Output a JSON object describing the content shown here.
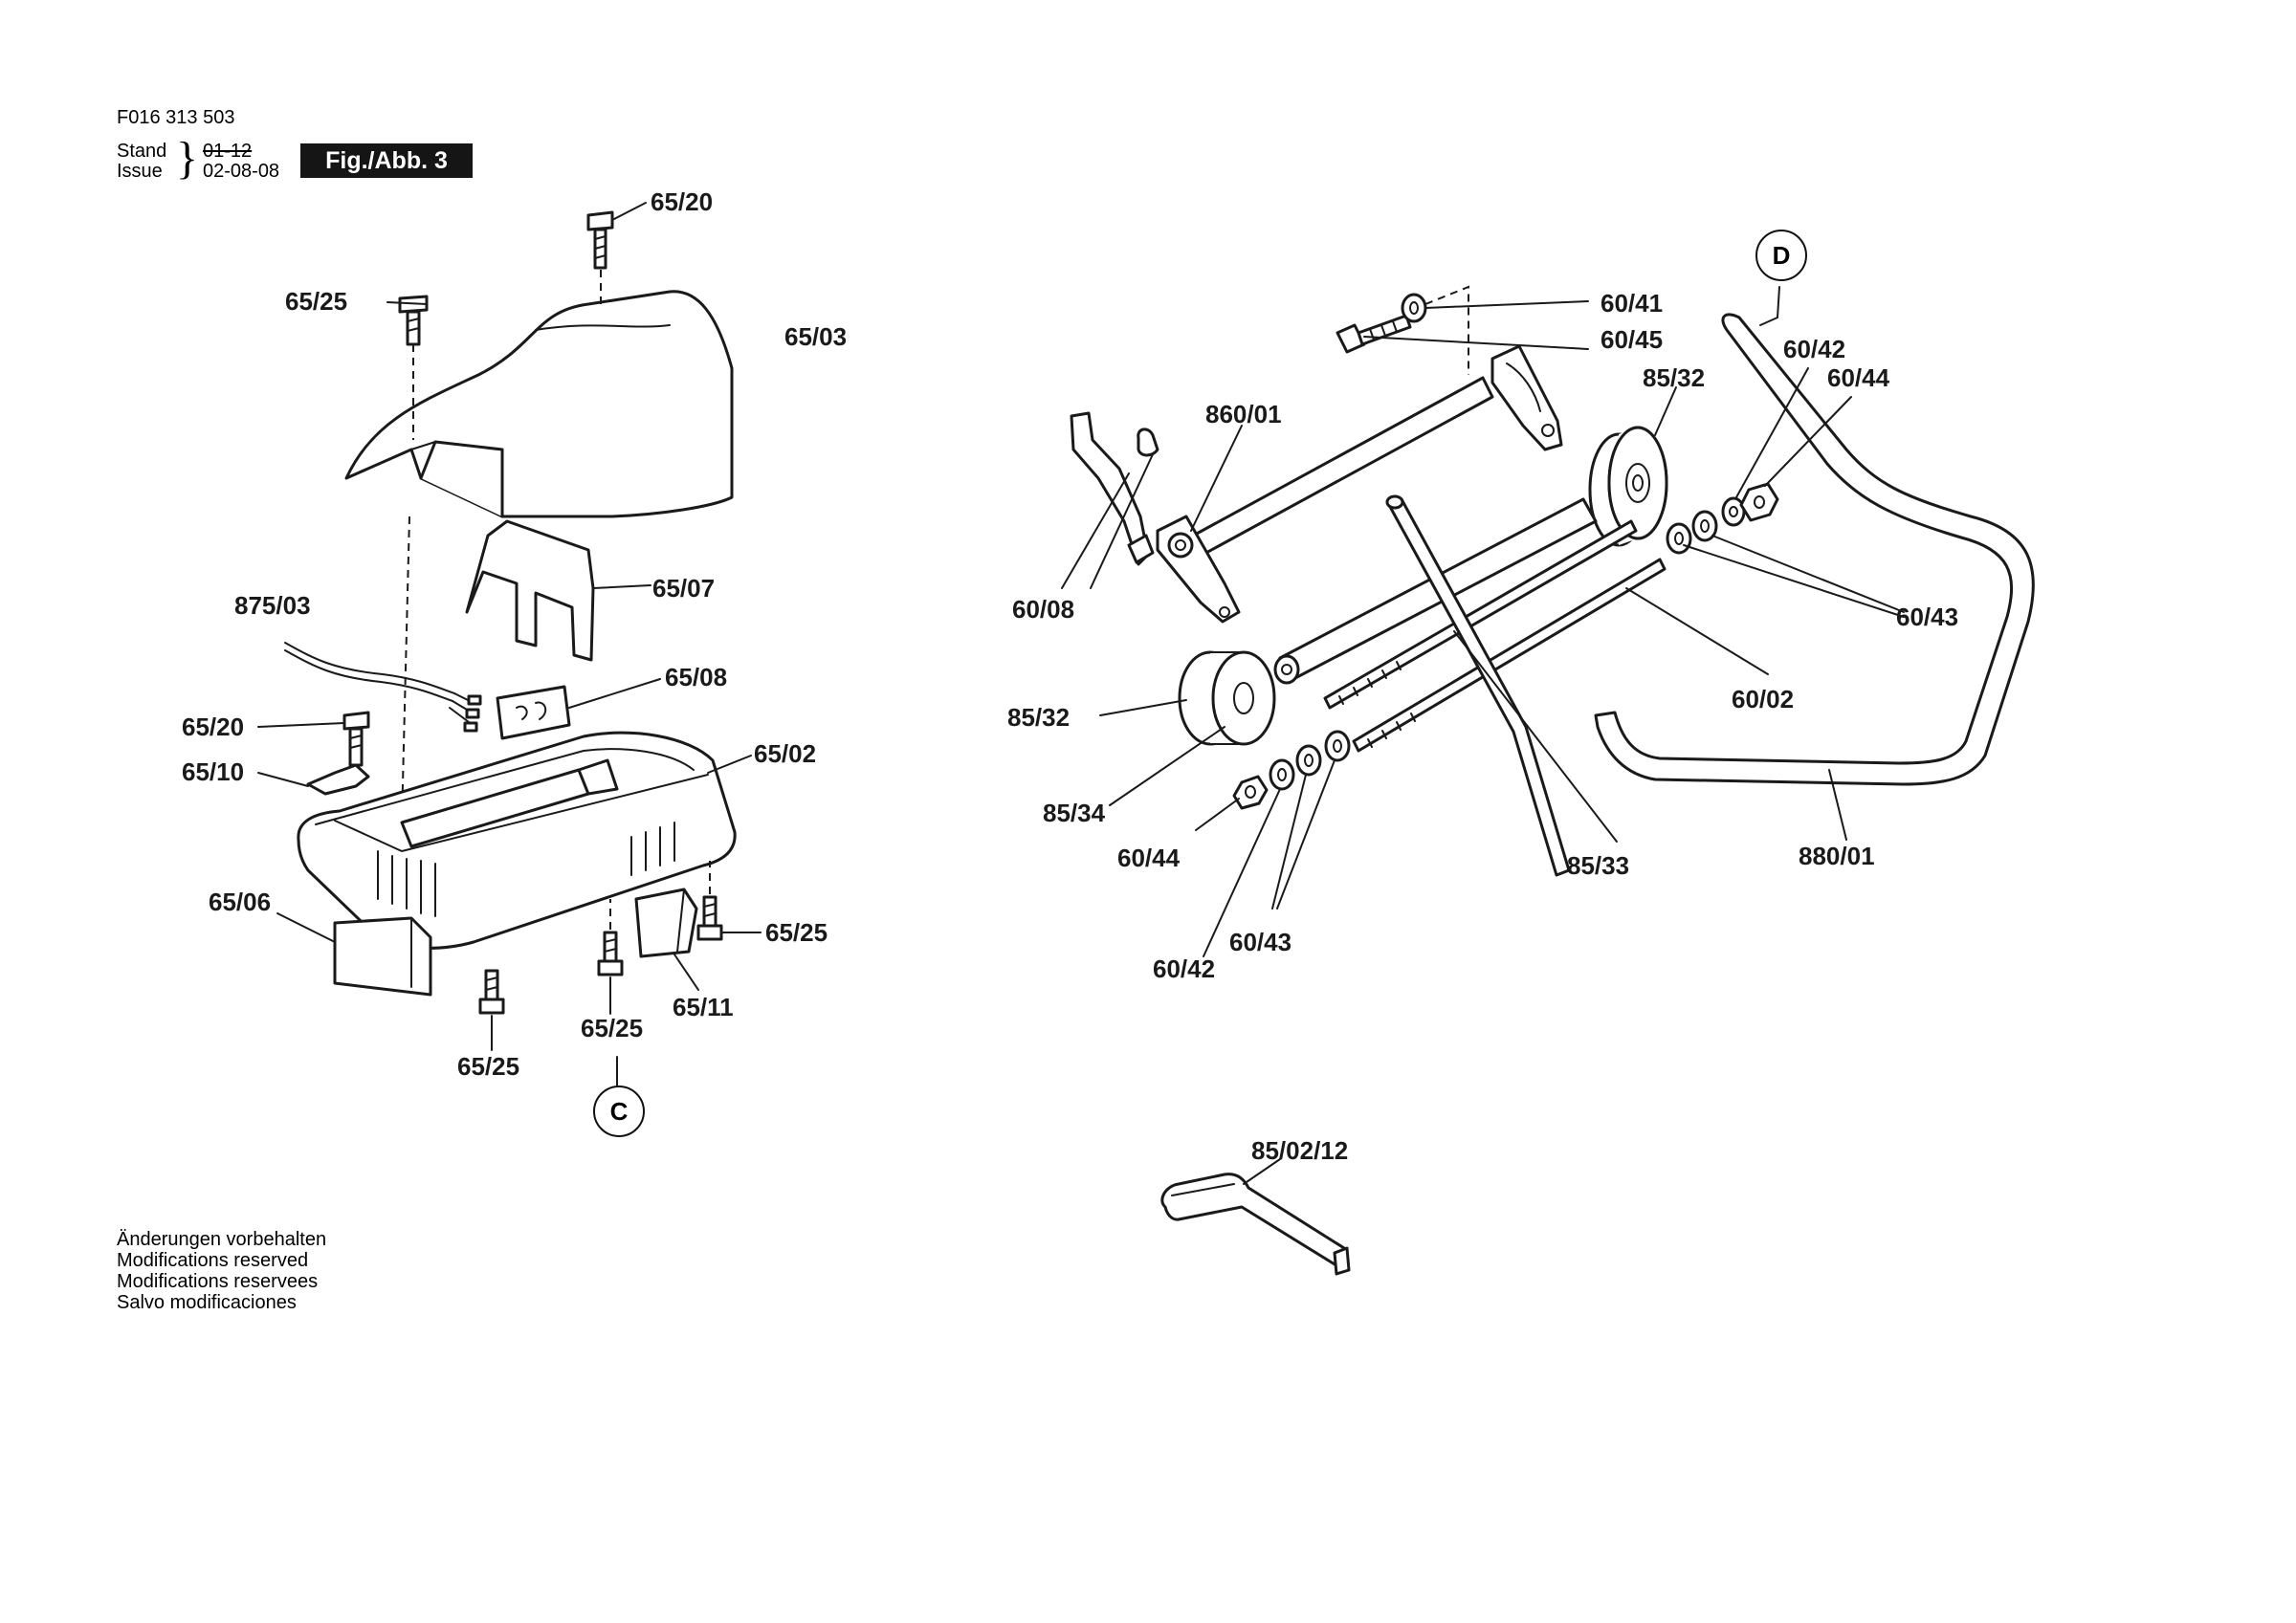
{
  "header": {
    "part_number": "F016 313 503",
    "stand_label": "Stand",
    "issue_label": "Issue",
    "stand_value": "01-12",
    "issue_value": "02-08-08",
    "figure": "Fig./Abb. 3"
  },
  "footer": {
    "lines": [
      "Änderungen vorbehalten",
      "Modifications reserved",
      "Modifications reservees",
      "Salvo modificaciones"
    ]
  },
  "refs": {
    "c": "C",
    "d": "D"
  },
  "callouts": {
    "l_65_20_top": "65/20",
    "l_65_25_top": "65/25",
    "l_65_03": "65/03",
    "l_65_07": "65/07",
    "l_875_03": "875/03",
    "l_65_08": "65/08",
    "l_65_20_mid": "65/20",
    "l_65_10": "65/10",
    "l_65_02": "65/02",
    "l_65_06": "65/06",
    "l_65_25_right": "65/25",
    "l_65_25_center": "65/25",
    "l_65_11": "65/11",
    "l_65_25_bottom": "65/25",
    "l_60_41": "60/41",
    "l_60_45": "60/45",
    "l_860_01": "860/01",
    "l_85_32_top": "85/32",
    "l_60_42_top": "60/42",
    "l_60_44_top": "60/44",
    "l_60_08": "60/08",
    "l_60_43_right": "60/43",
    "l_60_02": "60/02",
    "l_85_32_left": "85/32",
    "l_85_34": "85/34",
    "l_60_44_bottom": "60/44",
    "l_85_33": "85/33",
    "l_880_01": "880/01",
    "l_60_43_bottom": "60/43",
    "l_60_42_bottom": "60/42",
    "l_85_02_12": "85/02/12"
  }
}
